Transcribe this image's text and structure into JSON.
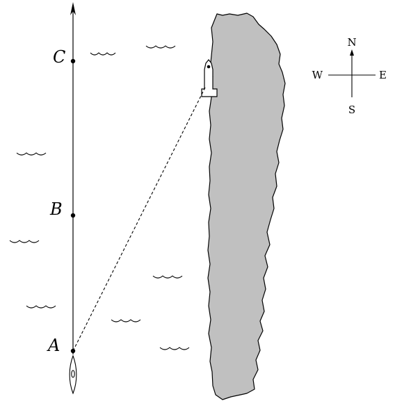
{
  "points": {
    "a": "A",
    "b": "B",
    "c": "C"
  },
  "compass": {
    "north": "N",
    "south": "S",
    "east": "E",
    "west": "W"
  },
  "colors": {
    "land": "#c0c0c0",
    "ink": "#000000",
    "background": "#ffffff"
  }
}
